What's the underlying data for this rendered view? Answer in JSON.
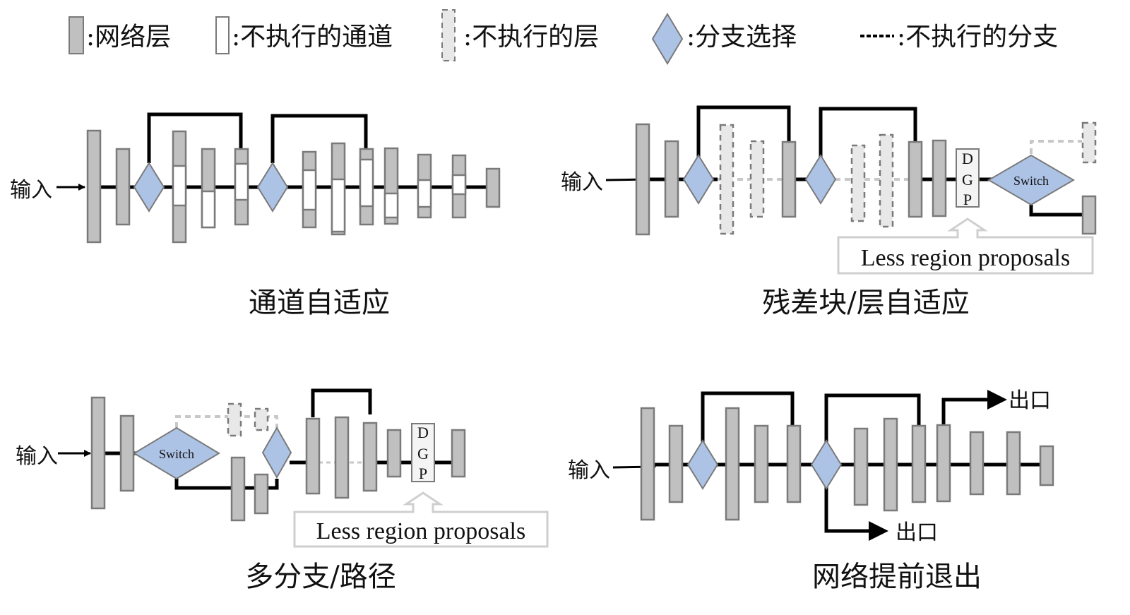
{
  "legend": {
    "items": [
      {
        "kind": "layer",
        "label": ":网络层"
      },
      {
        "kind": "skipped-channel",
        "label": ":不执行的通道"
      },
      {
        "kind": "skipped-layer",
        "label": ":不执行的层"
      },
      {
        "kind": "branch-select",
        "label": ":分支选择"
      },
      {
        "kind": "skipped-branch",
        "label": ":不执行的分支"
      }
    ]
  },
  "colors": {
    "layer_fill": "#c0c0c0",
    "layer_stroke": "#7a7a7a",
    "skipped_fill": "#e8e8e8",
    "diamond_fill": "#adc3e6",
    "diamond_stroke": "#7a7a7a",
    "line": "#000000",
    "dotted": "#c8c8c8",
    "callout_stroke": "#cfcfcf"
  },
  "panels": {
    "channel": {
      "title": "通道自适应",
      "input_label": "输入"
    },
    "layer": {
      "title": "残差块/层自适应",
      "input_label": "输入",
      "dgp_letters": [
        "D",
        "G",
        "P"
      ],
      "switch_label": "Switch",
      "callout": "Less region proposals"
    },
    "branch": {
      "title": "多分支/路径",
      "input_label": "输入",
      "dgp_letters": [
        "D",
        "G",
        "P"
      ],
      "switch_label": "Switch",
      "callout": "Less region proposals"
    },
    "exit": {
      "title": "网络提前退出",
      "input_label": "输入",
      "exit_label_top": "出口",
      "exit_label_bottom": "出口"
    }
  }
}
